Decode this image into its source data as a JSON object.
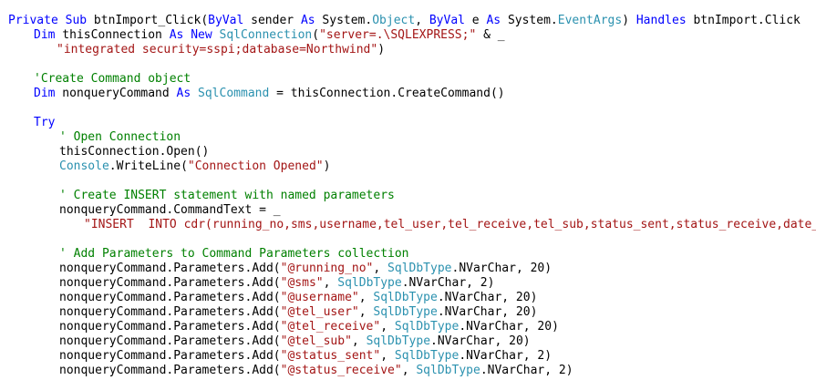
{
  "lines": [
    {
      "indent": 0,
      "tokens": [
        {
          "t": "kw",
          "v": "Private"
        },
        {
          "t": "plain",
          "v": " "
        },
        {
          "t": "kw",
          "v": "Sub"
        },
        {
          "t": "plain",
          "v": " btnImport_Click("
        },
        {
          "t": "kw",
          "v": "ByVal"
        },
        {
          "t": "plain",
          "v": " sender "
        },
        {
          "t": "kw",
          "v": "As"
        },
        {
          "t": "plain",
          "v": " System."
        },
        {
          "t": "ty",
          "v": "Object"
        },
        {
          "t": "plain",
          "v": ", "
        },
        {
          "t": "kw",
          "v": "ByVal"
        },
        {
          "t": "plain",
          "v": " e "
        },
        {
          "t": "kw",
          "v": "As"
        },
        {
          "t": "plain",
          "v": " System."
        },
        {
          "t": "ty",
          "v": "EventArgs"
        },
        {
          "t": "plain",
          "v": ") "
        },
        {
          "t": "kw",
          "v": "Handles"
        },
        {
          "t": "plain",
          "v": " btnImport.Click"
        }
      ]
    },
    {
      "indent": 1,
      "tokens": [
        {
          "t": "kw",
          "v": "Dim"
        },
        {
          "t": "plain",
          "v": " thisConnection "
        },
        {
          "t": "kw",
          "v": "As"
        },
        {
          "t": "plain",
          "v": " "
        },
        {
          "t": "kw",
          "v": "New"
        },
        {
          "t": "plain",
          "v": " "
        },
        {
          "t": "ty",
          "v": "SqlConnection"
        },
        {
          "t": "plain",
          "v": "("
        },
        {
          "t": "str",
          "v": "\"server=.\\SQLEXPRESS;\""
        },
        {
          "t": "plain",
          "v": " & _"
        }
      ]
    },
    {
      "indent": "1c",
      "tokens": [
        {
          "t": "str",
          "v": "\"integrated security=sspi;database=Northwind\""
        },
        {
          "t": "plain",
          "v": ")"
        }
      ]
    },
    {
      "indent": 0,
      "tokens": []
    },
    {
      "indent": 1,
      "tokens": [
        {
          "t": "com",
          "v": "'Create Command object"
        }
      ]
    },
    {
      "indent": 1,
      "tokens": [
        {
          "t": "kw",
          "v": "Dim"
        },
        {
          "t": "plain",
          "v": " nonqueryCommand "
        },
        {
          "t": "kw",
          "v": "As"
        },
        {
          "t": "plain",
          "v": " "
        },
        {
          "t": "ty",
          "v": "SqlCommand"
        },
        {
          "t": "plain",
          "v": " = thisConnection.CreateCommand()"
        }
      ]
    },
    {
      "indent": 0,
      "tokens": []
    },
    {
      "indent": 1,
      "tokens": [
        {
          "t": "kw",
          "v": "Try"
        }
      ]
    },
    {
      "indent": 2,
      "tokens": [
        {
          "t": "com",
          "v": "' Open Connection"
        }
      ]
    },
    {
      "indent": 2,
      "tokens": [
        {
          "t": "plain",
          "v": "thisConnection.Open()"
        }
      ]
    },
    {
      "indent": 2,
      "tokens": [
        {
          "t": "ty",
          "v": "Console"
        },
        {
          "t": "plain",
          "v": ".WriteLine("
        },
        {
          "t": "str",
          "v": "\"Connection Opened\""
        },
        {
          "t": "plain",
          "v": ")"
        }
      ]
    },
    {
      "indent": 0,
      "tokens": []
    },
    {
      "indent": 2,
      "tokens": [
        {
          "t": "com",
          "v": "' Create INSERT statement with named parameters"
        }
      ]
    },
    {
      "indent": 2,
      "tokens": [
        {
          "t": "plain",
          "v": "nonqueryCommand.CommandText = _"
        }
      ]
    },
    {
      "indent": "2c",
      "tokens": [
        {
          "t": "str",
          "v": "\"INSERT  INTO cdr(running_no,sms,username,tel_user,tel_receive,tel_sub,status_sent,status_receive,date_submit,date_s"
        }
      ]
    },
    {
      "indent": 0,
      "tokens": []
    },
    {
      "indent": 2,
      "tokens": [
        {
          "t": "com",
          "v": "' Add Parameters to Command Parameters collection"
        }
      ]
    },
    {
      "indent": 2,
      "tokens": [
        {
          "t": "plain",
          "v": "nonqueryCommand.Parameters.Add("
        },
        {
          "t": "str",
          "v": "\"@running_no\""
        },
        {
          "t": "plain",
          "v": ", "
        },
        {
          "t": "ty",
          "v": "SqlDbType"
        },
        {
          "t": "plain",
          "v": ".NVarChar, 20)"
        }
      ]
    },
    {
      "indent": 2,
      "tokens": [
        {
          "t": "plain",
          "v": "nonqueryCommand.Parameters.Add("
        },
        {
          "t": "str",
          "v": "\"@sms\""
        },
        {
          "t": "plain",
          "v": ", "
        },
        {
          "t": "ty",
          "v": "SqlDbType"
        },
        {
          "t": "plain",
          "v": ".NVarChar, 2)"
        }
      ]
    },
    {
      "indent": 2,
      "tokens": [
        {
          "t": "plain",
          "v": "nonqueryCommand.Parameters.Add("
        },
        {
          "t": "str",
          "v": "\"@username\""
        },
        {
          "t": "plain",
          "v": ", "
        },
        {
          "t": "ty",
          "v": "SqlDbType"
        },
        {
          "t": "plain",
          "v": ".NVarChar, 20)"
        }
      ]
    },
    {
      "indent": 2,
      "tokens": [
        {
          "t": "plain",
          "v": "nonqueryCommand.Parameters.Add("
        },
        {
          "t": "str",
          "v": "\"@tel_user\""
        },
        {
          "t": "plain",
          "v": ", "
        },
        {
          "t": "ty",
          "v": "SqlDbType"
        },
        {
          "t": "plain",
          "v": ".NVarChar, 20)"
        }
      ]
    },
    {
      "indent": 2,
      "tokens": [
        {
          "t": "plain",
          "v": "nonqueryCommand.Parameters.Add("
        },
        {
          "t": "str",
          "v": "\"@tel_receive\""
        },
        {
          "t": "plain",
          "v": ", "
        },
        {
          "t": "ty",
          "v": "SqlDbType"
        },
        {
          "t": "plain",
          "v": ".NVarChar, 20)"
        }
      ]
    },
    {
      "indent": 2,
      "tokens": [
        {
          "t": "plain",
          "v": "nonqueryCommand.Parameters.Add("
        },
        {
          "t": "str",
          "v": "\"@tel_sub\""
        },
        {
          "t": "plain",
          "v": ", "
        },
        {
          "t": "ty",
          "v": "SqlDbType"
        },
        {
          "t": "plain",
          "v": ".NVarChar, 20)"
        }
      ]
    },
    {
      "indent": 2,
      "tokens": [
        {
          "t": "plain",
          "v": "nonqueryCommand.Parameters.Add("
        },
        {
          "t": "str",
          "v": "\"@status_sent\""
        },
        {
          "t": "plain",
          "v": ", "
        },
        {
          "t": "ty",
          "v": "SqlDbType"
        },
        {
          "t": "plain",
          "v": ".NVarChar, 2)"
        }
      ]
    },
    {
      "indent": 2,
      "tokens": [
        {
          "t": "plain",
          "v": "nonqueryCommand.Parameters.Add("
        },
        {
          "t": "str",
          "v": "\"@status_receive\""
        },
        {
          "t": "plain",
          "v": ", "
        },
        {
          "t": "ty",
          "v": "SqlDbType"
        },
        {
          "t": "plain",
          "v": ".NVarChar, 2)"
        }
      ]
    }
  ],
  "colors": {
    "keyword": "#0000ff",
    "type": "#2b91af",
    "string": "#a31515",
    "comment": "#008000",
    "plain": "#000000",
    "background": "#ffffff"
  }
}
